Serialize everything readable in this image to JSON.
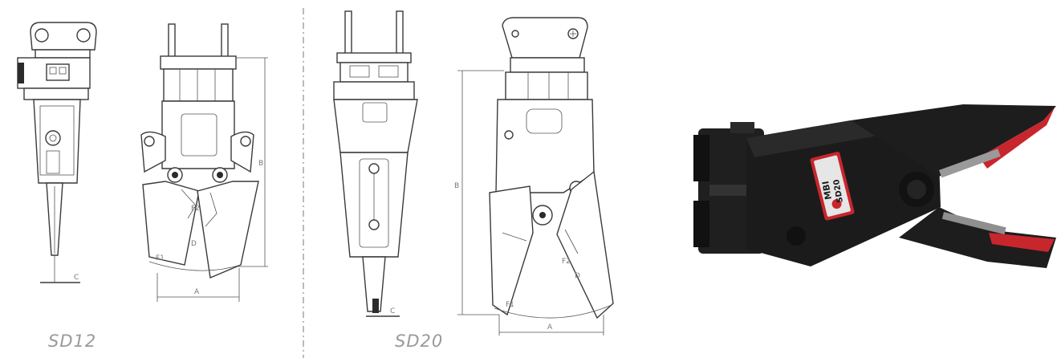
{
  "models": [
    {
      "label": "SD12"
    },
    {
      "label": "SD20"
    }
  ],
  "dimension_letters": {
    "a": "A",
    "b": "B",
    "c": "C",
    "d": "D",
    "f1": "F1",
    "f2": "F2"
  },
  "photo": {
    "brand": "MBI",
    "model": "SD20"
  },
  "colors": {
    "line": "#3a3a3a",
    "label": "#9a9a9a",
    "body_black": "#1b1b1b",
    "teeth_red": "#c8262d"
  }
}
